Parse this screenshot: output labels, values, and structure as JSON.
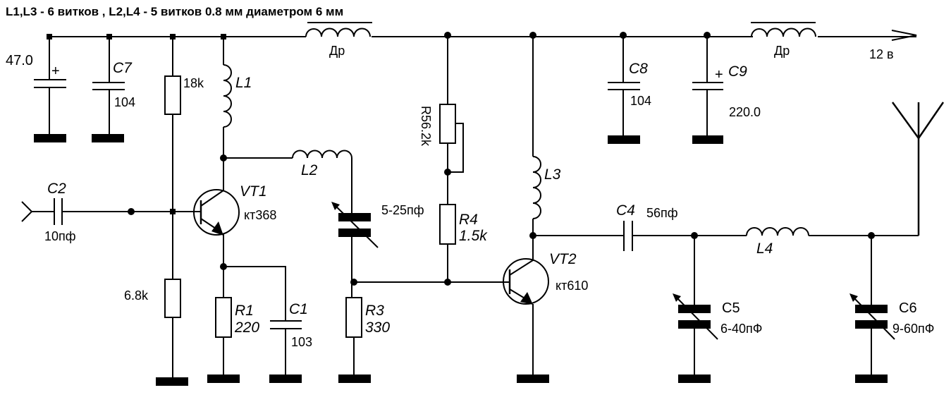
{
  "title": "L1,L3 - 6 витков , L2,L4 - 5 витков 0.8 мм диаметром 6 мм",
  "supply": {
    "label": "12 в"
  },
  "chokes": [
    {
      "label": "Др"
    },
    {
      "label": "Др"
    }
  ],
  "components": {
    "C_in_elec": {
      "value": "47.0",
      "polarity": "+"
    },
    "C7": {
      "name": "C7",
      "value": "104"
    },
    "R_bias_top": {
      "value": "18k"
    },
    "R_bias_bottom": {
      "value": "6.8k"
    },
    "L1": {
      "name": "L1"
    },
    "L2": {
      "name": "L2"
    },
    "L3": {
      "name": "L3"
    },
    "L4": {
      "name": "L4"
    },
    "C2": {
      "name": "C2",
      "value": "10пф"
    },
    "VT1": {
      "name": "VT1",
      "type": "кт368"
    },
    "VT2": {
      "name": "VT2",
      "type": "кт610"
    },
    "R1": {
      "name": "R1",
      "value": "220"
    },
    "C1": {
      "name": "C1",
      "value": "103"
    },
    "Ctrim": {
      "value": "5-25пф"
    },
    "R3": {
      "name": "R3",
      "value": "330"
    },
    "R5": {
      "label": "R56.2k"
    },
    "R4": {
      "name": "R4",
      "value": "1.5k"
    },
    "C8": {
      "name": "C8",
      "value": "104"
    },
    "C9": {
      "name": "C9",
      "value": "220.0",
      "polarity": "+"
    },
    "C4": {
      "name": "C4",
      "value": "56пф"
    },
    "C5": {
      "name": "C5",
      "value": "6-40пФ"
    },
    "C6": {
      "name": "C6",
      "value": "9-60пФ"
    }
  }
}
